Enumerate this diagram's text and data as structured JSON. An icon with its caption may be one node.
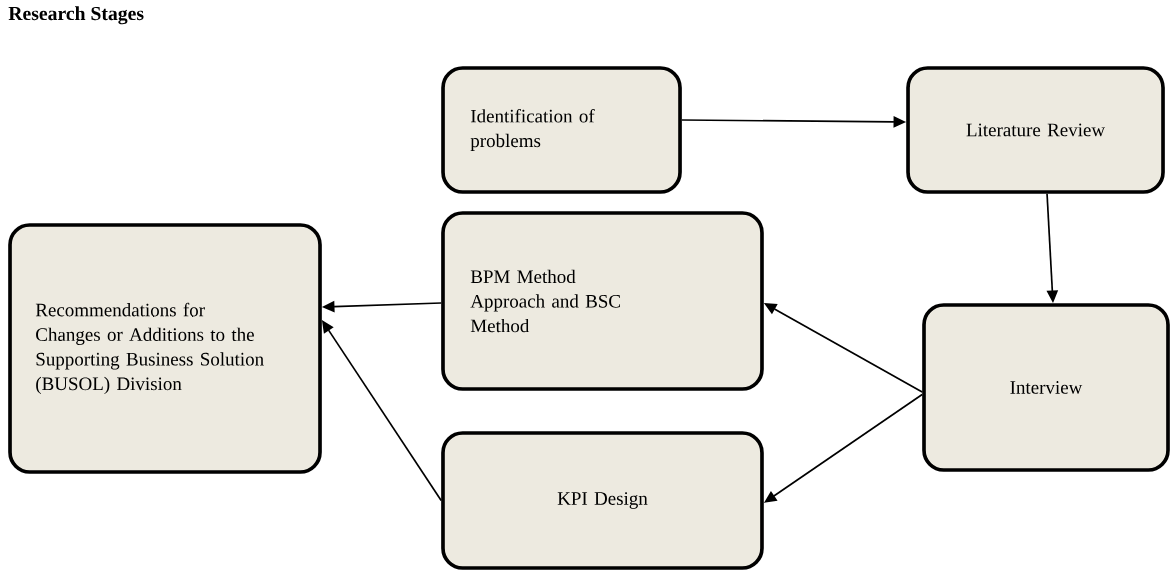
{
  "diagram": {
    "title": "Research Stages",
    "nodes": [
      {
        "text": [
          "Identification of problems"
        ]
      },
      {
        "text": [
          "Literature Review"
        ]
      },
      {
        "text": [
          "BPM Method Approach and BSC Method"
        ]
      },
      {
        "text": [
          "Interview"
        ]
      },
      {
        "text": [
          "KPI Design"
        ]
      },
      {
        "text": [
          "Recommendations for Changes or Additions to the Supporting Business Solution (BUSOL) Division"
        ]
      }
    ],
    "edges": [
      {
        "from": 0,
        "to": 1,
        "arrow": "to"
      },
      {
        "from": 1,
        "to": 3,
        "arrow": "to"
      },
      {
        "from": 3,
        "to": 2,
        "arrow": "to"
      },
      {
        "from": 3,
        "to": 4,
        "arrow": "to"
      },
      {
        "from": 2,
        "to": 5,
        "arrow": "to"
      },
      {
        "from": 4,
        "to": 5,
        "arrow": "to"
      }
    ]
  }
}
